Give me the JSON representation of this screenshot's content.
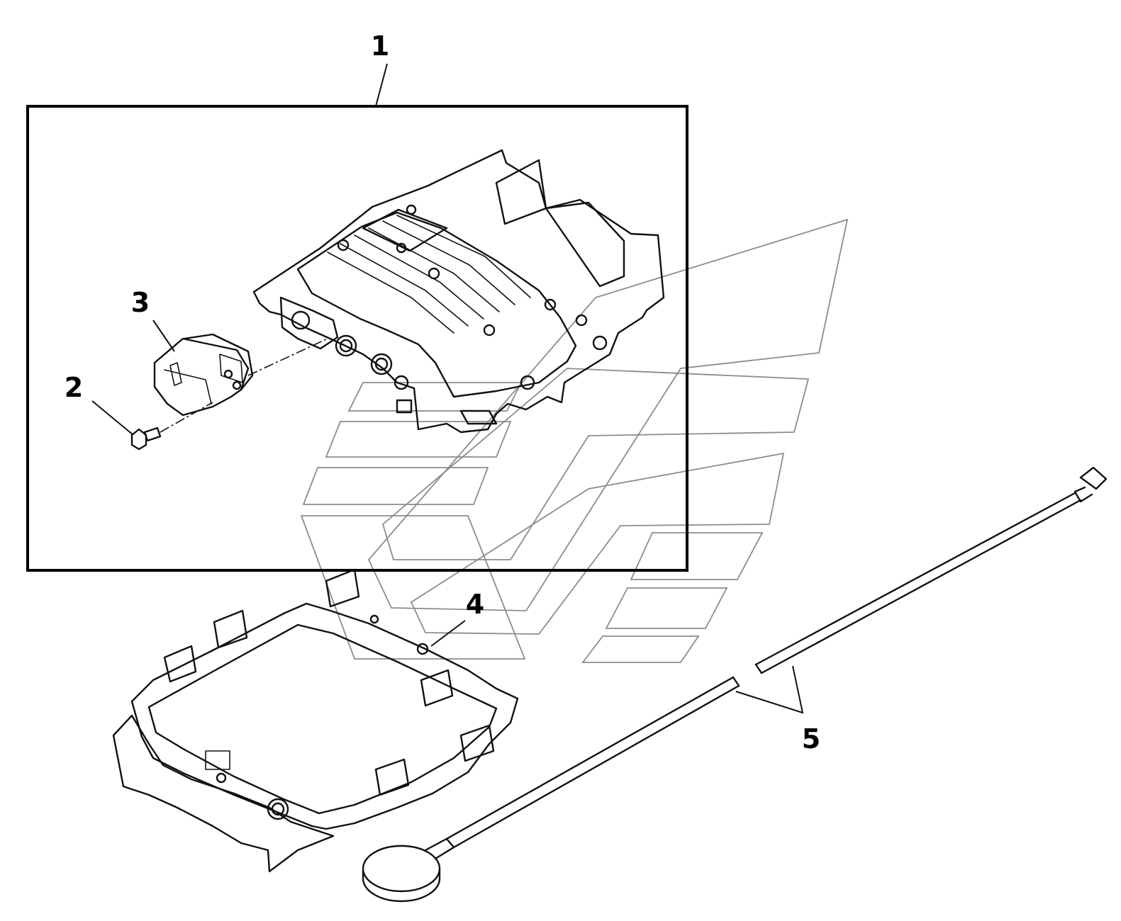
{
  "callouts": {
    "c1": "1",
    "c2": "2",
    "c3": "3",
    "c4": "4",
    "c5": "5"
  },
  "parts": {
    "p1": "control-unit-assembly",
    "p2": "mounting-screw",
    "p3": "connector-plug",
    "p4": "control-unit",
    "p5": "antenna-with-cable"
  },
  "colors": {
    "line": "#111111",
    "watermark": "#8c8c8c",
    "background": "#ffffff"
  }
}
